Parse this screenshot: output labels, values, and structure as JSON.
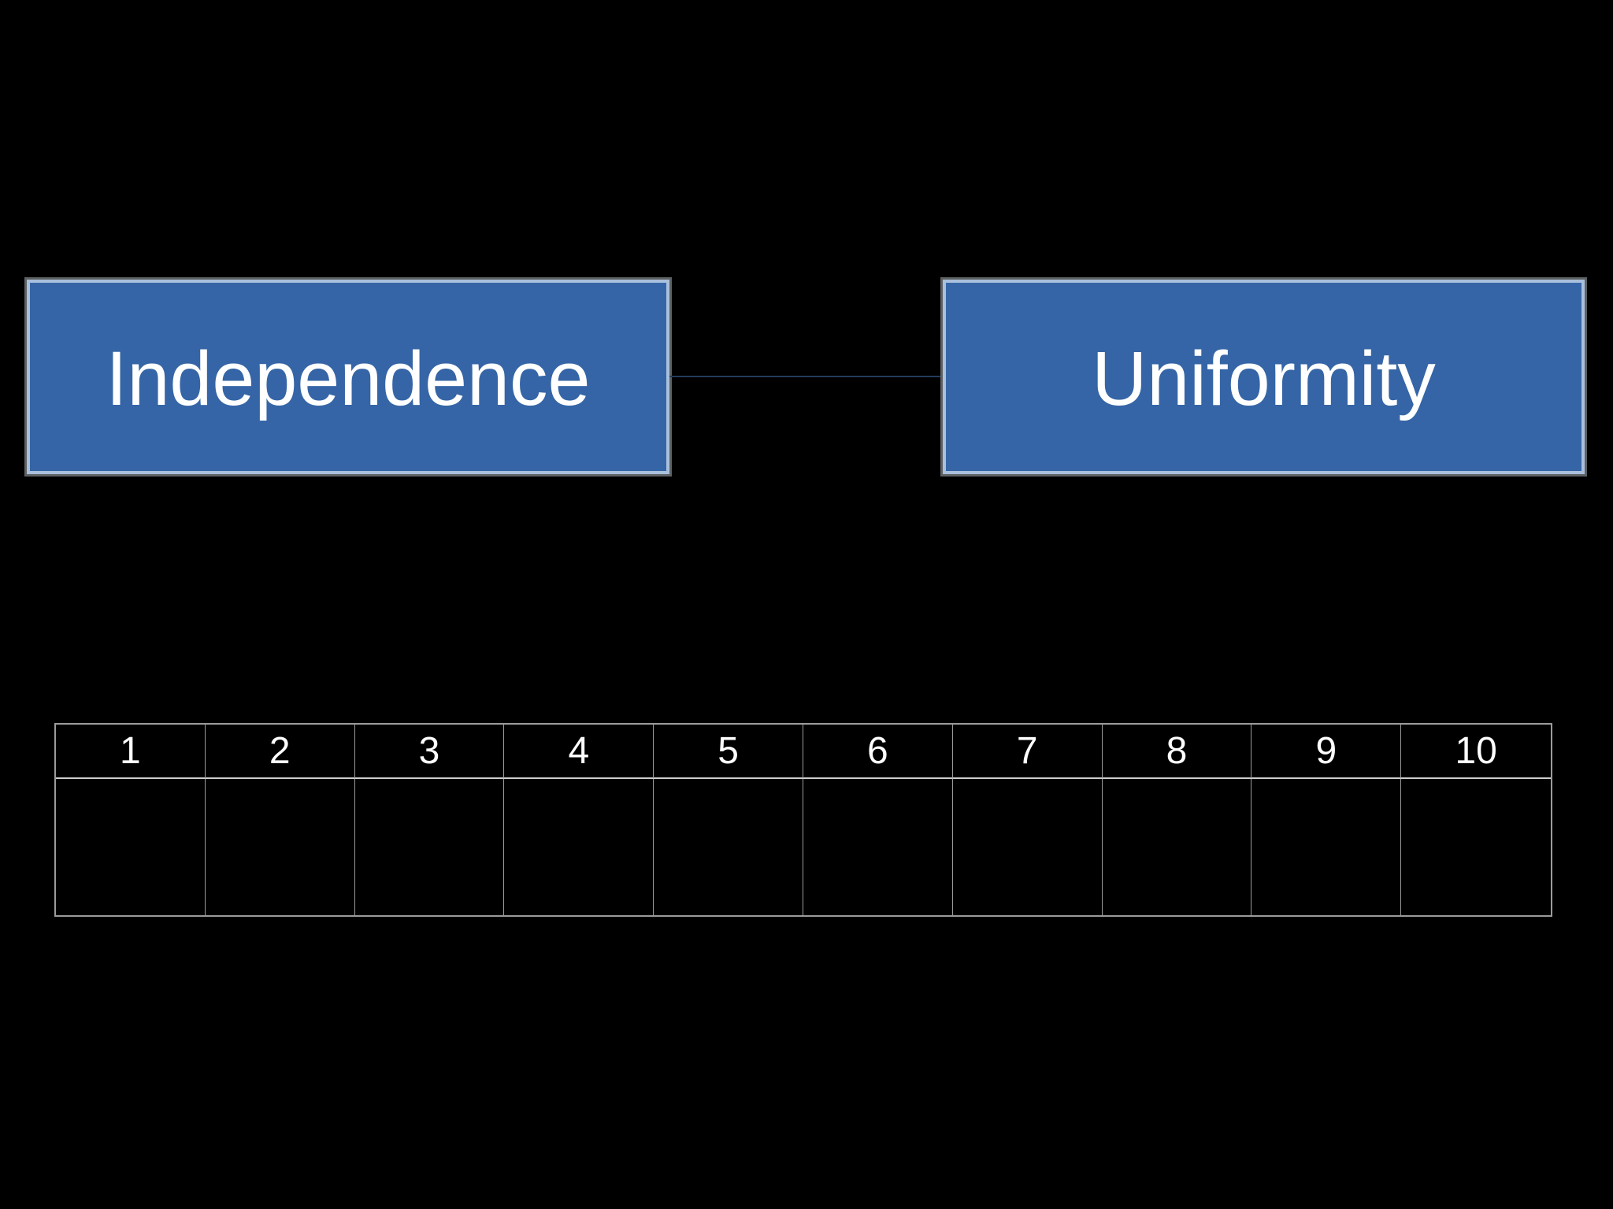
{
  "slide": {
    "background_color": "#000000",
    "boxes": [
      {
        "label": "Independence"
      },
      {
        "label": "Uniformity"
      }
    ],
    "connector": {
      "color": "#233C5C"
    },
    "colors": {
      "box_fill": "#3565A6",
      "box_border_inner": "#A9C0DC",
      "box_border_outer": "#5E6163",
      "box_text": "#FFFFFF",
      "table_border": "#9B9B9B",
      "table_header_separator": "#CDCDCD",
      "table_text": "#FFFFFF"
    },
    "table": {
      "headers": [
        "1",
        "2",
        "3",
        "4",
        "5",
        "6",
        "7",
        "8",
        "9",
        "10"
      ],
      "body_row": [
        "",
        "",
        "",
        "",
        "",
        "",
        "",
        "",
        "",
        ""
      ]
    }
  }
}
